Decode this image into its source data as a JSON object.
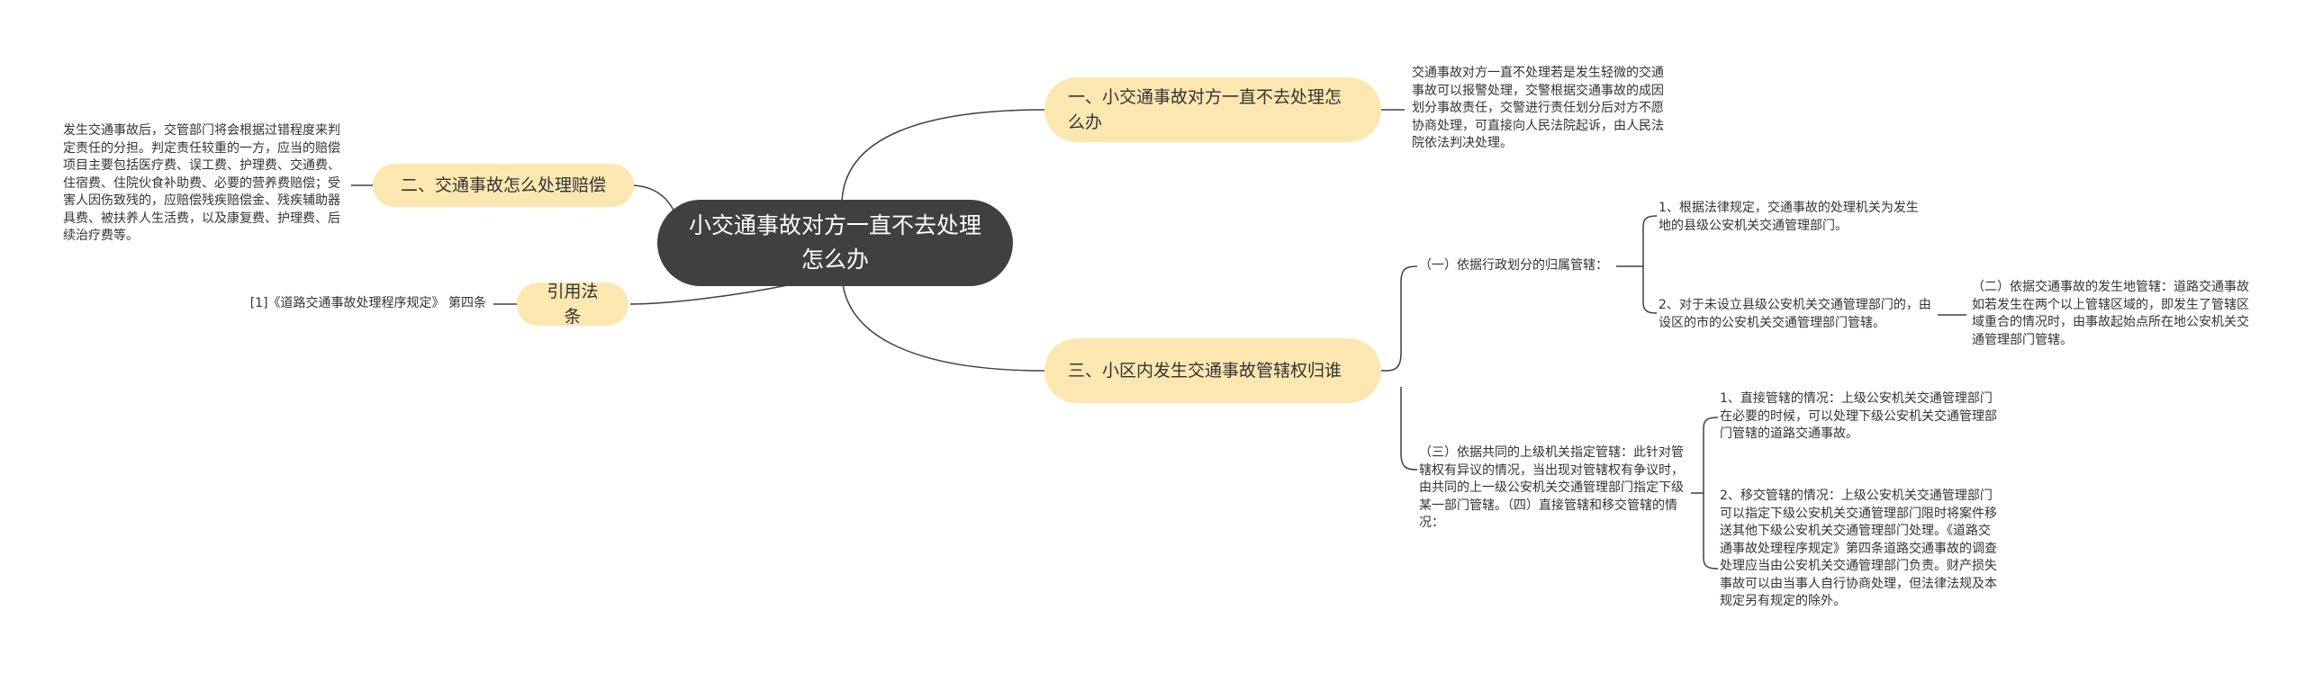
{
  "root": {
    "title": "小交通事故对方一直不去处理怎么办"
  },
  "branches": {
    "b1": {
      "label": "一、小交通事故对方一直不去处理怎么办",
      "detail": "交通事故对方一直不处理若是发生轻微的交通事故可以报警处理，交警根据交通事故的成因划分事故责任，交警进行责任划分后对方不愿协商处理，可直接向人民法院起诉，由人民法院依法判决处理。"
    },
    "b2": {
      "label": "二、交通事故怎么处理赔偿",
      "detail": "发生交通事故后，交管部门将会根据过错程度来判定责任的分担。判定责任较重的一方，应当的赔偿项目主要包括医疗费、误工费、护理费、交通费、住宿费、住院伙食补助费、必要的营养费赔偿；受害人因伤致残的，应赔偿残疾赔偿金、残疾辅助器具费、被扶养人生活费，以及康复费、护理费、后续治疗费等。"
    },
    "b3": {
      "label": "引用法条",
      "detail": "[1]《道路交通事故处理程序规定》 第四条"
    },
    "b4": {
      "label": "三、小区内发生交通事故管辖权归谁",
      "sub1": {
        "text": "（一）依据行政划分的归属管辖：",
        "item1": "1、根据法律规定，交通事故的处理机关为发生地的县级公安机关交通管理部门。",
        "item2": "2、对于未设立县级公安机关交通管理部门的，由设区的市的公安机关交通管理部门管辖。",
        "item2_child": "（二）依据交通事故的发生地管辖：道路交通事故如若发生在两个以上管辖区域的，即发生了管辖区域重合的情况时，由事故起始点所在地公安机关交通管理部门管辖。"
      },
      "sub3": {
        "text": "（三）依据共同的上级机关指定管辖：此针对管辖权有异议的情况，当出现对管辖权有争议时，由共同的上一级公安机关交通管理部门指定下级某一部门管辖。（四）直接管辖和移交管辖的情况：",
        "item1": "1、直接管辖的情况：上级公安机关交通管理部门在必要的时候，可以处理下级公安机关交通管理部门管辖的道路交通事故。",
        "item2": "2、移交管辖的情况：上级公安机关交通管理部门可以指定下级公安机关交通管理部门限时将案件移送其他下级公安机关交通管理部门处理。《道路交通事故处理程序规定》第四条道路交通事故的调查处理应当由公安机关交通管理部门负责。财产损失事故可以由当事人自行协商处理，但法律法规及本规定另有规定的除外。"
      }
    }
  },
  "colors": {
    "root_fill": "#404040",
    "branch_fill": "#fde7b0",
    "line": "#404040",
    "text": "#333333"
  }
}
